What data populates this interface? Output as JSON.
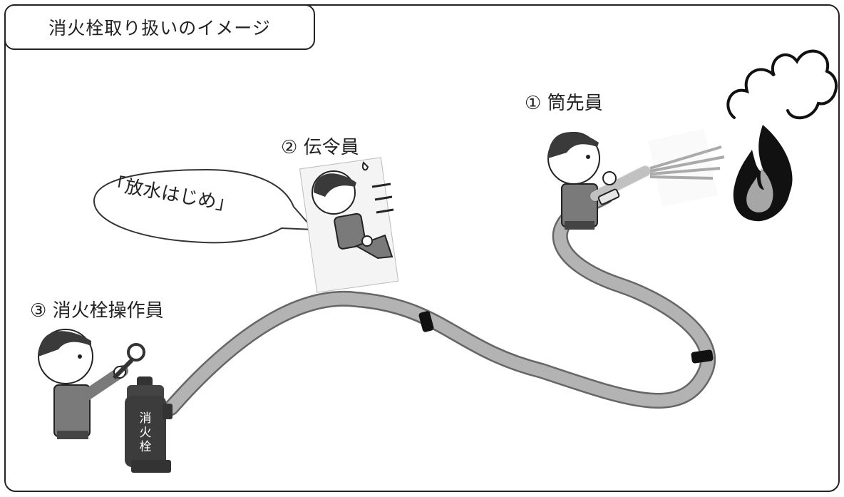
{
  "title": "消火栓取り扱いのイメージ",
  "roles": {
    "nozzle": "① 筒先員",
    "messenger": "② 伝令員",
    "hydrant_operator": "③ 消火栓操作員"
  },
  "speech_bubble": "「放水はじめ」",
  "hydrant_label": [
    "消",
    "火",
    "栓"
  ],
  "colors": {
    "hose": "#b3b3b3",
    "hose_outline": "#666666",
    "clothing": "#7a7a7a",
    "hair": "#3a3a3a",
    "hydrant": "#3c3c3c"
  }
}
